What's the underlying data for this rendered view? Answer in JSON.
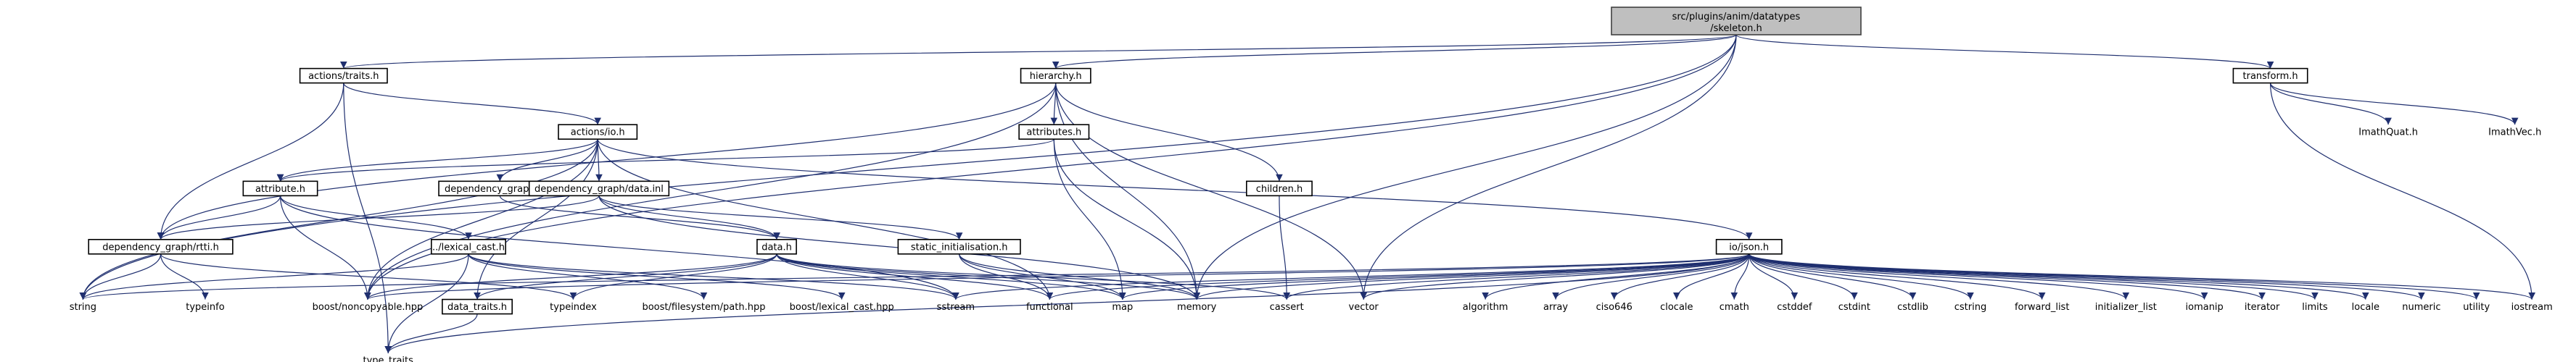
{
  "diagram": {
    "root": {
      "line1": "src/plugins/anim/datatypes",
      "line2": "/skeleton.h"
    },
    "nodes": [
      {
        "id": "actions_traits",
        "label": "actions/traits.h",
        "boxed": true
      },
      {
        "id": "hierarchy",
        "label": "hierarchy.h",
        "boxed": true
      },
      {
        "id": "transform",
        "label": "transform.h",
        "boxed": true
      },
      {
        "id": "actions_io",
        "label": "actions/io.h",
        "boxed": true
      },
      {
        "id": "attributes",
        "label": "attributes.h",
        "boxed": true
      },
      {
        "id": "children",
        "label": "children.h",
        "boxed": true
      },
      {
        "id": "imathquat",
        "label": "ImathQuat.h",
        "boxed": false
      },
      {
        "id": "imathvec",
        "label": "ImathVec.h",
        "boxed": false
      },
      {
        "id": "attribute",
        "label": "attribute.h",
        "boxed": true
      },
      {
        "id": "depgraph_io",
        "label": "dependency_graph/io.h",
        "boxed": true
      },
      {
        "id": "depgraph_data",
        "label": "dependency_graph/data.inl",
        "boxed": true
      },
      {
        "id": "depgraph_rtti",
        "label": "dependency_graph/rtti.h",
        "boxed": true
      },
      {
        "id": "lexical_cast",
        "label": "../lexical_cast.h",
        "boxed": true
      },
      {
        "id": "data",
        "label": "data.h",
        "boxed": true
      },
      {
        "id": "static_init",
        "label": "static_initialisation.h",
        "boxed": true
      },
      {
        "id": "io_json",
        "label": "io/json.h",
        "boxed": true
      },
      {
        "id": "data_traits",
        "label": "data_traits.h",
        "boxed": true
      },
      {
        "id": "string",
        "label": "string",
        "boxed": false
      },
      {
        "id": "typeinfo",
        "label": "typeinfo",
        "boxed": false
      },
      {
        "id": "boost_noncopyable",
        "label": "boost/noncopyable.hpp",
        "boxed": false
      },
      {
        "id": "typeindex",
        "label": "typeindex",
        "boxed": false
      },
      {
        "id": "boost_filesystem",
        "label": "boost/filesystem/path.hpp",
        "boxed": false
      },
      {
        "id": "boost_lexical",
        "label": "boost/lexical_cast.hpp",
        "boxed": false
      },
      {
        "id": "sstream",
        "label": "sstream",
        "boxed": false
      },
      {
        "id": "functional",
        "label": "functional",
        "boxed": false
      },
      {
        "id": "map",
        "label": "map",
        "boxed": false
      },
      {
        "id": "memory",
        "label": "memory",
        "boxed": false
      },
      {
        "id": "cassert",
        "label": "cassert",
        "boxed": false
      },
      {
        "id": "vector",
        "label": "vector",
        "boxed": false
      },
      {
        "id": "algorithm",
        "label": "algorithm",
        "boxed": false
      },
      {
        "id": "array",
        "label": "array",
        "boxed": false
      },
      {
        "id": "ciso646",
        "label": "ciso646",
        "boxed": false
      },
      {
        "id": "clocale",
        "label": "clocale",
        "boxed": false
      },
      {
        "id": "cmath",
        "label": "cmath",
        "boxed": false
      },
      {
        "id": "cstddef",
        "label": "cstddef",
        "boxed": false
      },
      {
        "id": "cstdint",
        "label": "cstdint",
        "boxed": false
      },
      {
        "id": "cstdlib",
        "label": "cstdlib",
        "boxed": false
      },
      {
        "id": "cstring",
        "label": "cstring",
        "boxed": false
      },
      {
        "id": "forward_list",
        "label": "forward_list",
        "boxed": false
      },
      {
        "id": "initializer_list",
        "label": "initializer_list",
        "boxed": false
      },
      {
        "id": "iomanip",
        "label": "iomanip",
        "boxed": false
      },
      {
        "id": "iterator",
        "label": "iterator",
        "boxed": false
      },
      {
        "id": "limits",
        "label": "limits",
        "boxed": false
      },
      {
        "id": "locale",
        "label": "locale",
        "boxed": false
      },
      {
        "id": "numeric",
        "label": "numeric",
        "boxed": false
      },
      {
        "id": "utility",
        "label": "utility",
        "boxed": false
      },
      {
        "id": "iostream",
        "label": "iostream",
        "boxed": false
      },
      {
        "id": "type_traits",
        "label": "type_traits",
        "boxed": false
      }
    ],
    "edges": [
      [
        "root",
        "actions_traits"
      ],
      [
        "root",
        "hierarchy"
      ],
      [
        "root",
        "transform"
      ],
      [
        "root",
        "string"
      ],
      [
        "root",
        "boost_noncopyable"
      ],
      [
        "root",
        "memory"
      ],
      [
        "root",
        "vector"
      ],
      [
        "actions_traits",
        "actions_io"
      ],
      [
        "actions_traits",
        "depgraph_rtti"
      ],
      [
        "actions_traits",
        "type_traits"
      ],
      [
        "hierarchy",
        "attributes"
      ],
      [
        "hierarchy",
        "children"
      ],
      [
        "hierarchy",
        "depgraph_rtti"
      ],
      [
        "hierarchy",
        "boost_noncopyable"
      ],
      [
        "hierarchy",
        "vector"
      ],
      [
        "hierarchy",
        "memory"
      ],
      [
        "transform",
        "imathquat"
      ],
      [
        "transform",
        "imathvec"
      ],
      [
        "transform",
        "iostream"
      ],
      [
        "actions_io",
        "attribute"
      ],
      [
        "actions_io",
        "depgraph_io"
      ],
      [
        "actions_io",
        "depgraph_data"
      ],
      [
        "actions_io",
        "io_json"
      ],
      [
        "actions_io",
        "data_traits"
      ],
      [
        "actions_io",
        "boost_noncopyable"
      ],
      [
        "actions_io",
        "functional"
      ],
      [
        "actions_io",
        "string"
      ],
      [
        "attributes",
        "attribute"
      ],
      [
        "attributes",
        "map"
      ],
      [
        "attributes",
        "memory"
      ],
      [
        "children",
        "cassert"
      ],
      [
        "attribute",
        "depgraph_rtti"
      ],
      [
        "attribute",
        "lexical_cast"
      ],
      [
        "attribute",
        "boost_noncopyable"
      ],
      [
        "attribute",
        "sstream"
      ],
      [
        "depgraph_io",
        "data"
      ],
      [
        "depgraph_data",
        "depgraph_rtti"
      ],
      [
        "depgraph_data",
        "data"
      ],
      [
        "depgraph_data",
        "static_init"
      ],
      [
        "depgraph_data",
        "memory"
      ],
      [
        "depgraph_rtti",
        "string"
      ],
      [
        "depgraph_rtti",
        "typeinfo"
      ],
      [
        "depgraph_rtti",
        "typeindex"
      ],
      [
        "lexical_cast",
        "string"
      ],
      [
        "lexical_cast",
        "boost_filesystem"
      ],
      [
        "lexical_cast",
        "boost_lexical"
      ],
      [
        "lexical_cast",
        "type_traits"
      ],
      [
        "lexical_cast",
        "sstream"
      ],
      [
        "data",
        "data_traits"
      ],
      [
        "data",
        "boost_noncopyable"
      ],
      [
        "data",
        "typeindex"
      ],
      [
        "data",
        "functional"
      ],
      [
        "data",
        "map"
      ],
      [
        "data",
        "memory"
      ],
      [
        "data",
        "cassert"
      ],
      [
        "data",
        "sstream"
      ],
      [
        "static_init",
        "functional"
      ],
      [
        "static_init",
        "map"
      ],
      [
        "static_init",
        "memory"
      ],
      [
        "io_json",
        "string"
      ],
      [
        "io_json",
        "boost_noncopyable"
      ],
      [
        "io_json",
        "type_traits"
      ],
      [
        "io_json",
        "sstream"
      ],
      [
        "io_json",
        "functional"
      ],
      [
        "io_json",
        "map"
      ],
      [
        "io_json",
        "memory"
      ],
      [
        "io_json",
        "cassert"
      ],
      [
        "io_json",
        "vector"
      ],
      [
        "io_json",
        "algorithm"
      ],
      [
        "io_json",
        "array"
      ],
      [
        "io_json",
        "ciso646"
      ],
      [
        "io_json",
        "clocale"
      ],
      [
        "io_json",
        "cmath"
      ],
      [
        "io_json",
        "cstddef"
      ],
      [
        "io_json",
        "cstdint"
      ],
      [
        "io_json",
        "cstdlib"
      ],
      [
        "io_json",
        "cstring"
      ],
      [
        "io_json",
        "forward_list"
      ],
      [
        "io_json",
        "initializer_list"
      ],
      [
        "io_json",
        "iomanip"
      ],
      [
        "io_json",
        "iterator"
      ],
      [
        "io_json",
        "limits"
      ],
      [
        "io_json",
        "locale"
      ],
      [
        "io_json",
        "numeric"
      ],
      [
        "io_json",
        "utility"
      ],
      [
        "io_json",
        "iostream"
      ],
      [
        "data_traits",
        "type_traits"
      ]
    ]
  }
}
